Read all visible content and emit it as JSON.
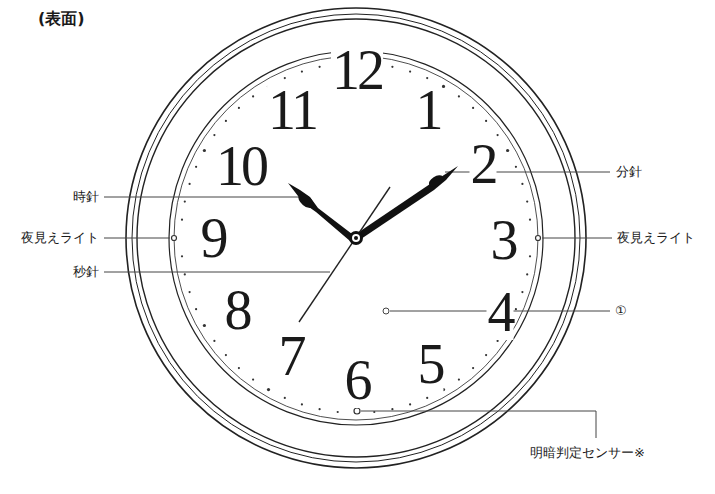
{
  "diagram": {
    "title": "(表面)",
    "labels": [
      "12",
      "1",
      "2",
      "3",
      "4",
      "5",
      "6",
      "7",
      "8",
      "9",
      "10",
      "11",
      "分針",
      "時針",
      "夜見えライト",
      "夜見えライト",
      "秒針",
      "①",
      "明暗判定センサー※"
    ]
  }
}
